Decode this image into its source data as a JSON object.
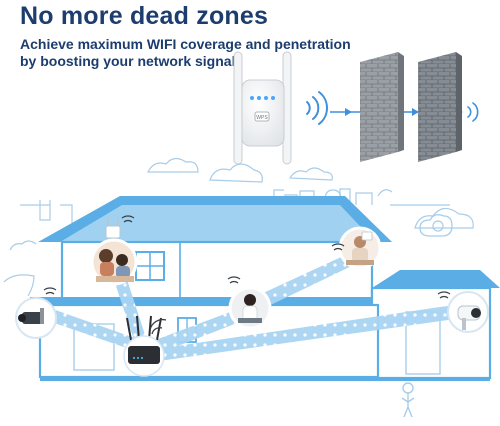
{
  "headline": "No more dead zones",
  "subline": {
    "line1": "Achieve maximum WIFI coverage and penetration",
    "line2": "by boosting your network signal"
  },
  "device": {
    "badge": "WPS"
  },
  "colors": {
    "heading": "#1c3d6e",
    "house_blue": "#5aaee5",
    "house_light": "#cfe7f8",
    "signal_beam": "#a9d4f3",
    "wall_gray": "#8f959c",
    "arrow_blue": "#3e8fde",
    "sketch_line": "#a8cdea"
  },
  "icons": [
    "wifi-icon",
    "wall-icon",
    "router-icon",
    "repeater-icon",
    "camera-icon",
    "cloud-icon",
    "person-icon"
  ]
}
